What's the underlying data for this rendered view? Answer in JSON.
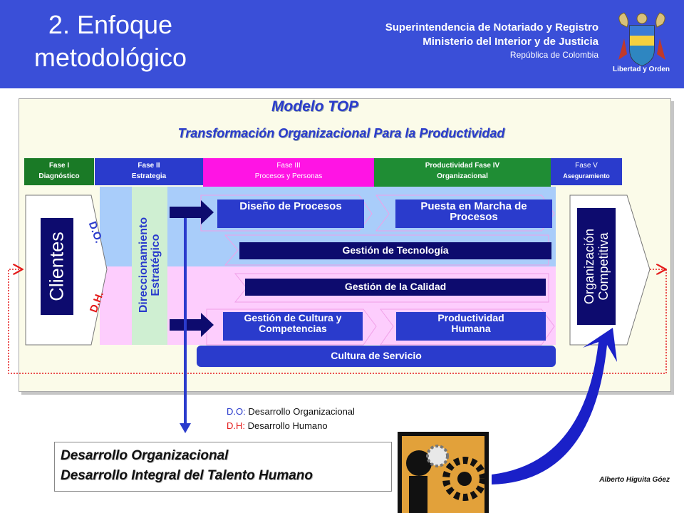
{
  "header": {
    "title_line1": "2. Enfoque",
    "title_line2": "metodológico",
    "org_line1": "Superintendencia de Notariado y Registro",
    "org_line2": "Ministerio del Interior y de Justicia",
    "org_line3": "República de Colombia",
    "motto": "Libertad y Orden"
  },
  "model": {
    "title": "Modelo TOP",
    "subtitle": "Transformación Organizacional Para la Productividad"
  },
  "phases": [
    {
      "line1": "Fase I",
      "line2": "Diagnóstico"
    },
    {
      "line1": "Fase II",
      "line2": "Estrategia"
    },
    {
      "line1": "Fase III",
      "line2": "Procesos y Personas"
    },
    {
      "line1": "Productividad Fase IV",
      "line2": "Organizacional"
    },
    {
      "line1": "Fase V",
      "line2": "Aseguramiento"
    }
  ],
  "diagram": {
    "clients": "Clientes",
    "do_label": "D.O.",
    "dh_label": "D.H.",
    "strategic": "Direccionamiento Estratégico",
    "process_design": "Diseño de Procesos",
    "process_launch": "Puesta en Marcha de Procesos",
    "technology": "Gestión de Tecnología",
    "quality": "Gestión de la Calidad",
    "culture": "Gestión de Cultura y Competencias",
    "productivity": "Productividad Humana",
    "service": "Cultura de Servicio",
    "competitive": "Organización Competitiva"
  },
  "legend": {
    "do_abbr": "D.O:",
    "do_text": " Desarrollo Organizacional",
    "dh_abbr": "D.H:",
    "dh_text": " Desarrollo Humano"
  },
  "development": {
    "line1": "Desarrollo Organizacional",
    "line2": "Desarrollo Integral del Talento Humano"
  },
  "author": "Alberto Higuita Góez",
  "colors": {
    "header_blue": "#3a4fd8",
    "navy": "#0d0b6e",
    "blue": "#2a3bcc",
    "dark_green": "#1a7a26",
    "green": "#1f8d34",
    "magenta": "#ff14e4",
    "red": "#e41a1a",
    "light_blue": "#a9cdfa",
    "light_pink": "#fdcdfd",
    "light_green": "#cfefd2"
  }
}
